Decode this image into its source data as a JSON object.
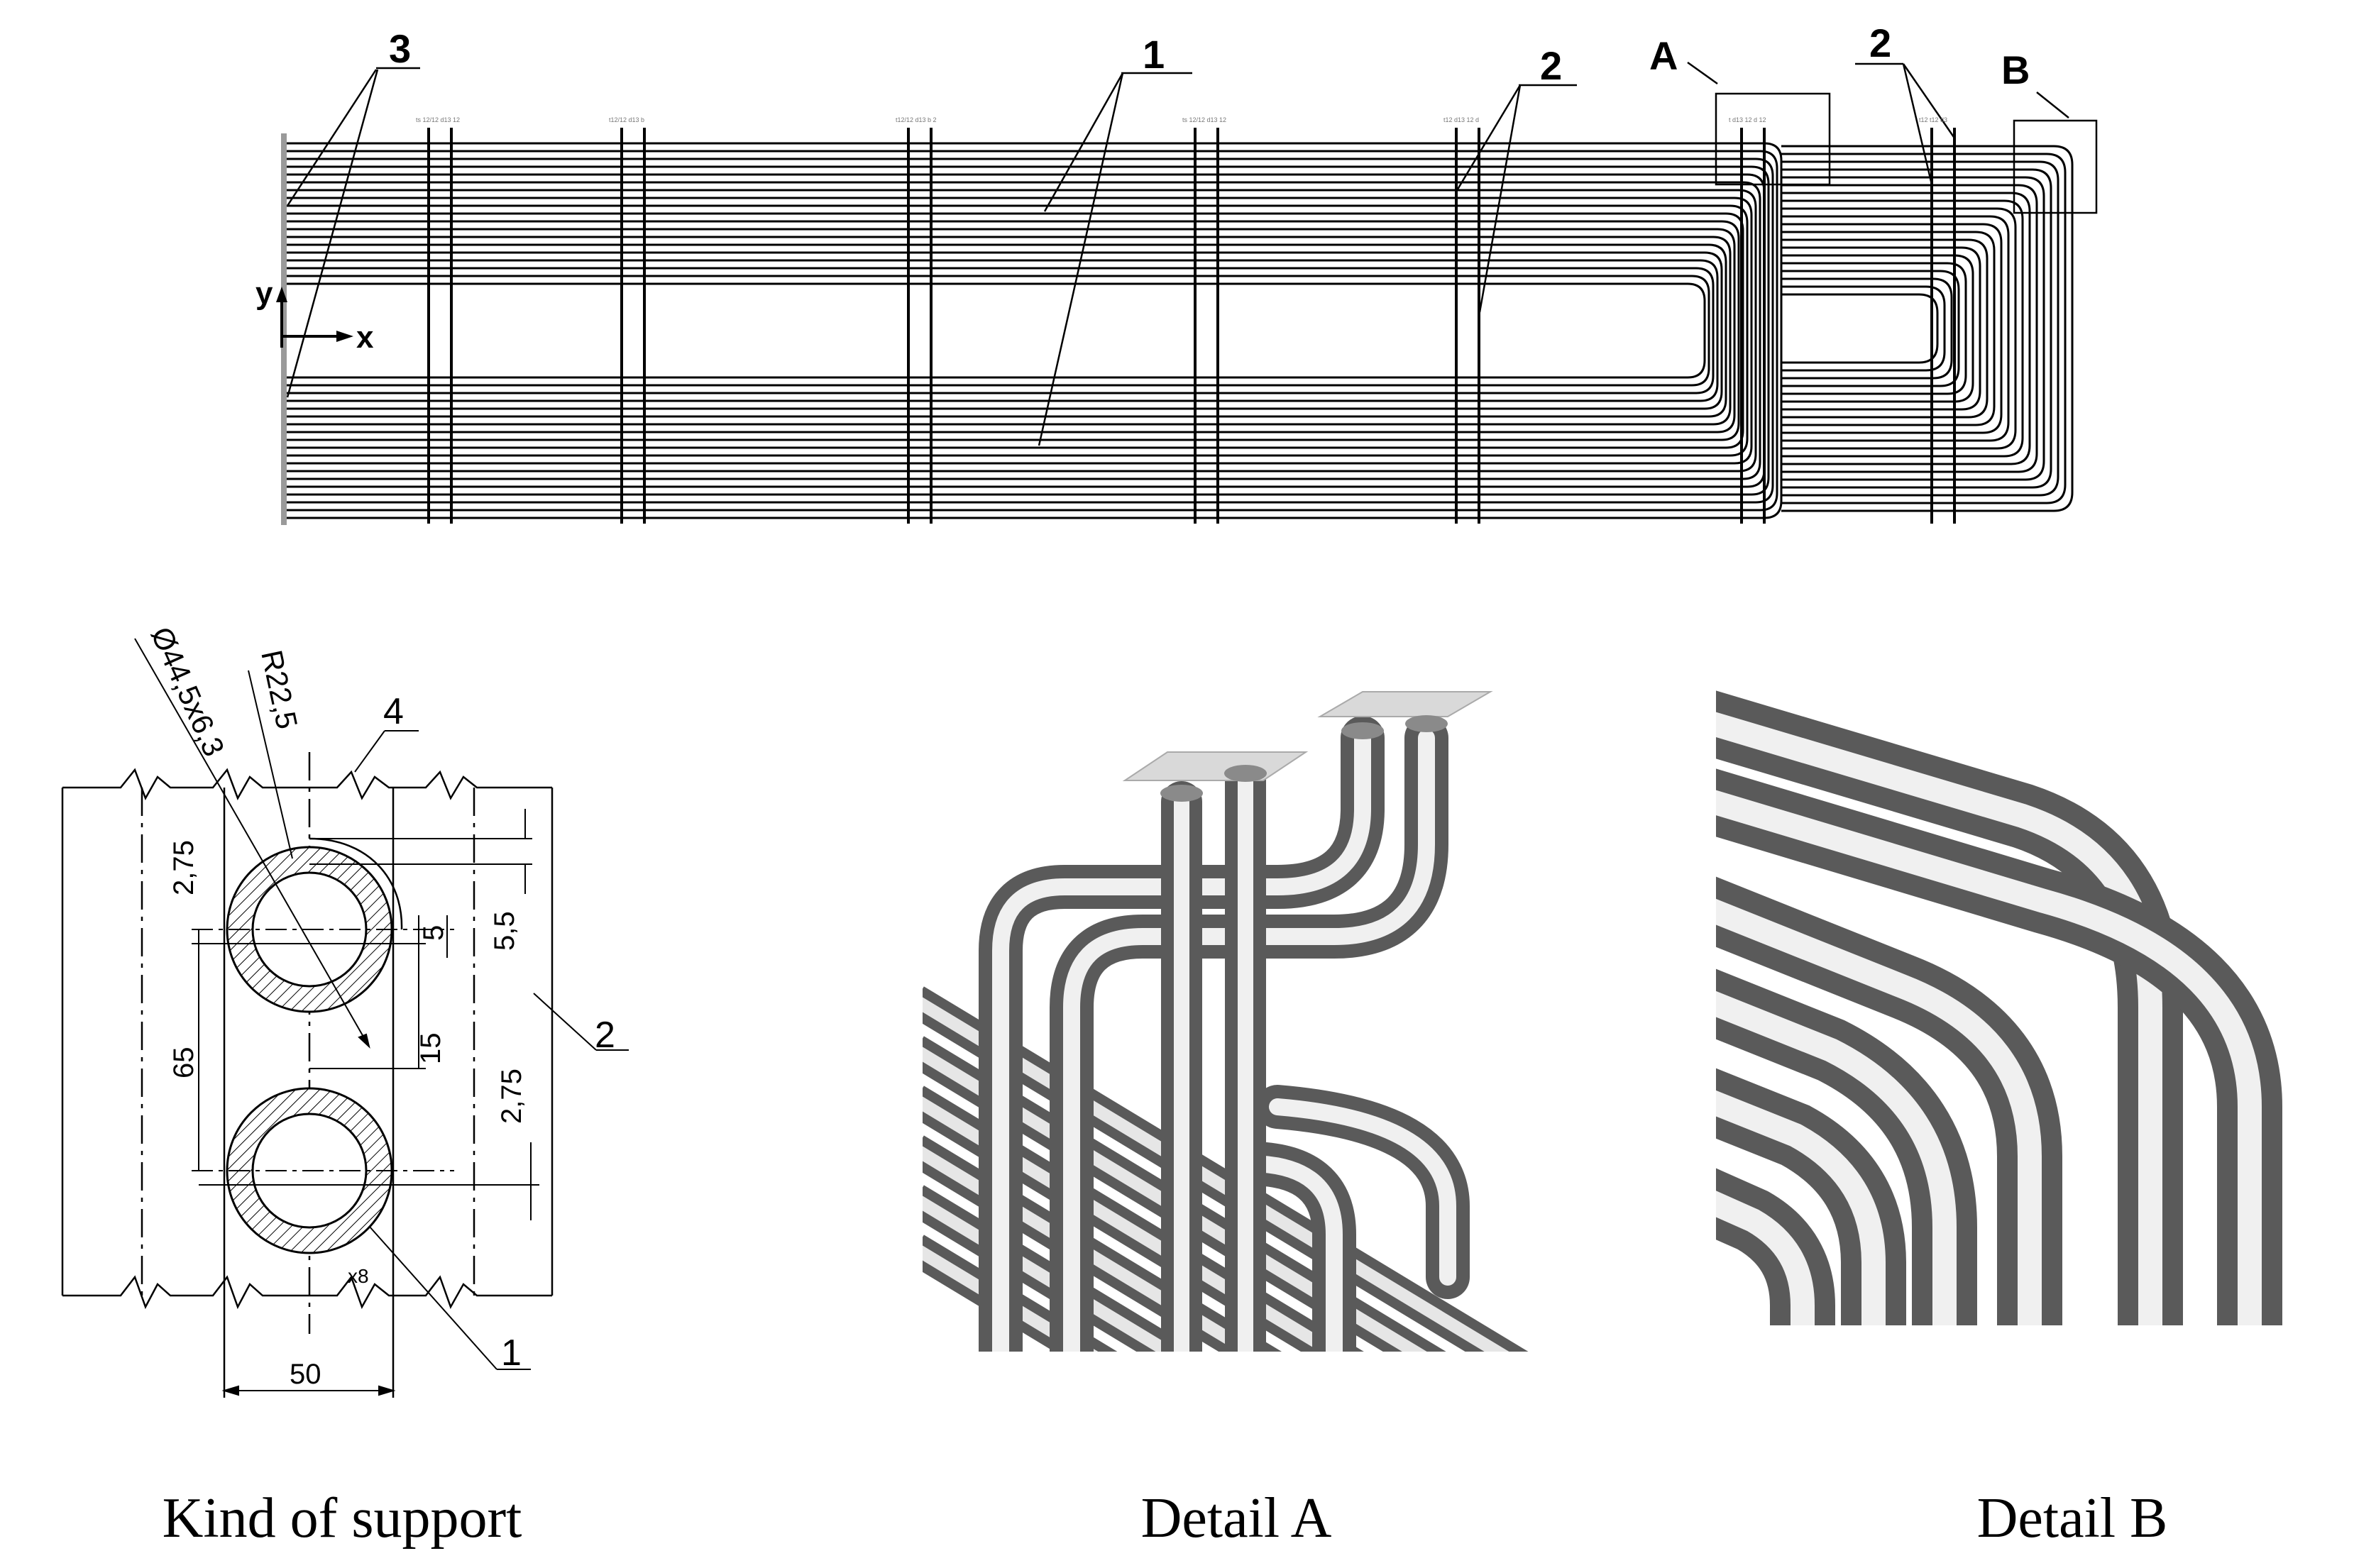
{
  "overview": {
    "callouts": {
      "n3": "3",
      "n1": "1",
      "n2a": "2",
      "detailA": "A",
      "n2b": "2",
      "detailB": "B"
    },
    "axis_y": "y",
    "axis_x": "x",
    "tiny_labels": [
      "ts 12/12 d13 12",
      "t12/12 d13 b",
      "t12/12 d13 b 2",
      "ts 12/12 d13 12",
      "t12 d13 12 d",
      "t d13 12 d 12",
      "t12 t12 d3"
    ]
  },
  "support": {
    "caption": "Kind of support",
    "dim_pipe": "Ø44,5x6,3",
    "dim_radius": "R22,5",
    "dim_2_75_left": "2,75",
    "dim_5": "5",
    "dim_5_5": "5,5",
    "dim_65": "65",
    "dim_15": "15",
    "dim_2_75_right": "2,75",
    "dim_50": "50",
    "label_1": "1",
    "label_2": "2",
    "label_4": "4",
    "count": "x8"
  },
  "detail_a": {
    "caption": "Detail A"
  },
  "detail_b": {
    "caption": "Detail B"
  }
}
